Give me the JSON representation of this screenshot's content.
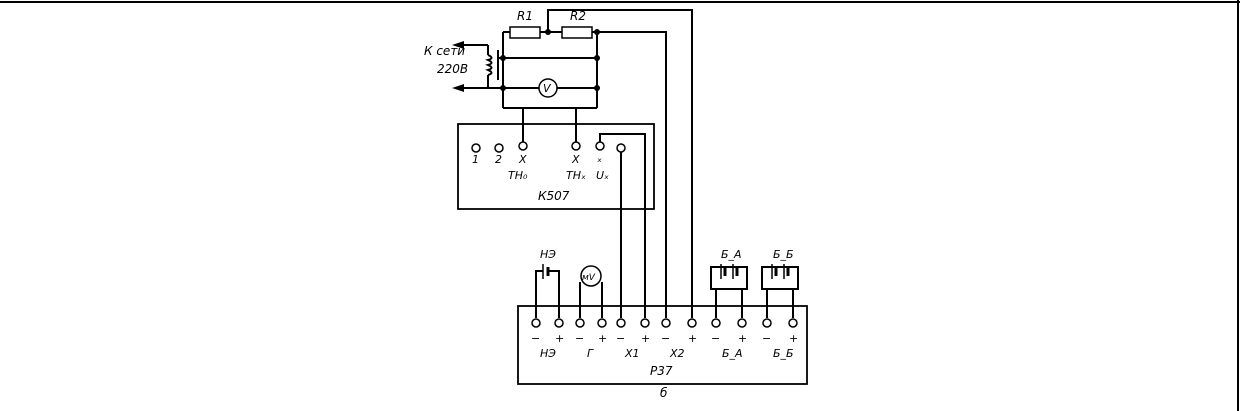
{
  "source_label": "К сети",
  "voltage_label": "220В",
  "resistors": {
    "r1": "R1",
    "r2": "R2"
  },
  "voltmeter_symbol": "V",
  "k507": {
    "name": "К507",
    "pins": {
      "p1": "1",
      "p2": "2",
      "x0": "X",
      "xk": "X",
      "dot": "ₓ"
    },
    "labels": {
      "th0": "TH₀",
      "thk": "THₓ",
      "ux": "Uₓ"
    }
  },
  "p37": {
    "name": "Р37",
    "groups": [
      "НЭ",
      "Г",
      "X1",
      "X2",
      "Б_A",
      "Б_Б"
    ],
    "minus": "−",
    "plus": "+"
  },
  "external": {
    "ne": "НЭ",
    "muv": "мV",
    "ba": "Б_A",
    "bb": "Б_Б"
  },
  "figure_letter": "б"
}
